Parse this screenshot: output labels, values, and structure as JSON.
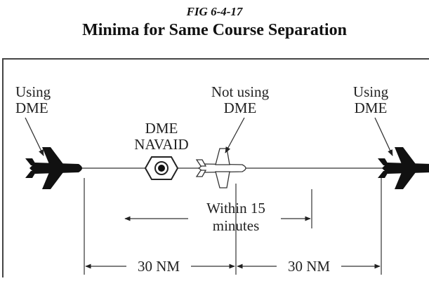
{
  "figure": {
    "number": "FIG 6-4-17",
    "title": "Minima for Same Course Separation"
  },
  "labels": {
    "left_aircraft": [
      "Using",
      "DME"
    ],
    "middle_aircraft": [
      "Not using",
      "DME"
    ],
    "right_aircraft": [
      "Using",
      "DME"
    ],
    "navaid": [
      "DME",
      "NAVAID"
    ],
    "time_interval": [
      "Within 15",
      "minutes"
    ],
    "left_distance": "30 NM",
    "right_distance": "30 NM"
  }
}
